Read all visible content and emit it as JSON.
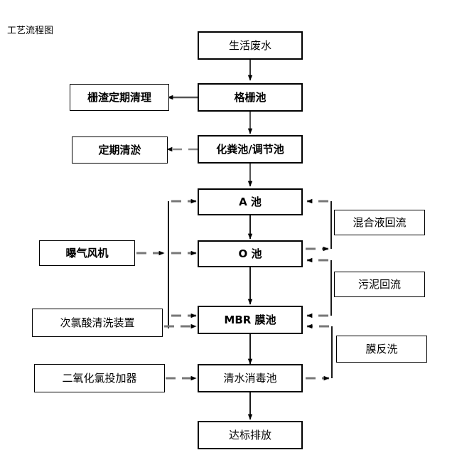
{
  "diagram": {
    "title": "工艺流程图",
    "title_color": "#000000",
    "line_color_solid": "#000000",
    "line_color_dashed": "#808080",
    "box_border_color": "#000000",
    "box_fill": "#ffffff",
    "main_flow": [
      {
        "id": "n1",
        "label": "生活废水"
      },
      {
        "id": "n2",
        "label": "格栅池"
      },
      {
        "id": "n3",
        "label": "化粪池/调节池"
      },
      {
        "id": "n4",
        "label": "A 池"
      },
      {
        "id": "n5",
        "label": "O 池"
      },
      {
        "id": "n6",
        "label": "MBR 膜池"
      },
      {
        "id": "n7",
        "label": "清水消毒池"
      },
      {
        "id": "n8",
        "label": "达标排放"
      }
    ],
    "left_nodes": [
      {
        "id": "l1",
        "label": "栅渣定期清理"
      },
      {
        "id": "l2",
        "label": "定期清淤"
      },
      {
        "id": "l3",
        "label": "曝气风机"
      },
      {
        "id": "l4",
        "label": "次氯酸清洗装置"
      },
      {
        "id": "l5",
        "label": "二氧化氯投加器"
      }
    ],
    "right_nodes": [
      {
        "id": "r1",
        "label": "混合液回流"
      },
      {
        "id": "r2",
        "label": "污泥回流"
      },
      {
        "id": "r3",
        "label": "膜反洗"
      }
    ],
    "edges": [
      {
        "from": "生活废水",
        "to": "格栅池",
        "style": "solid"
      },
      {
        "from": "格栅池",
        "to": "栅渣定期清理",
        "style": "solid"
      },
      {
        "from": "格栅池",
        "to": "化粪池/调节池",
        "style": "solid"
      },
      {
        "from": "化粪池/调节池",
        "to": "定期清淤",
        "style": "dashed"
      },
      {
        "from": "化粪池/调节池",
        "to": "A 池",
        "style": "solid"
      },
      {
        "from": "A 池",
        "to": "O 池",
        "style": "solid"
      },
      {
        "from": "O 池",
        "to": "MBR 膜池",
        "style": "solid"
      },
      {
        "from": "MBR 膜池",
        "to": "清水消毒池",
        "style": "solid"
      },
      {
        "from": "清水消毒池",
        "to": "达标排放",
        "style": "solid"
      },
      {
        "from": "曝气风机",
        "to": "O 池",
        "style": "dashed"
      },
      {
        "from": "曝气风机",
        "to": "A 池",
        "style": "dashed"
      },
      {
        "from": "曝气风机",
        "to": "MBR 膜池",
        "style": "dashed"
      },
      {
        "from": "次氯酸清洗装置",
        "to": "MBR 膜池",
        "style": "dashed"
      },
      {
        "from": "二氧化氯投加器",
        "to": "清水消毒池",
        "style": "dashed"
      },
      {
        "from": "O 池",
        "to": "A 池",
        "style": "dashed",
        "label": "混合液回流"
      },
      {
        "from": "MBR 膜池",
        "to": "O 池",
        "style": "dashed",
        "label": "污泥回流"
      },
      {
        "from": "清水消毒池",
        "to": "MBR 膜池",
        "style": "dashed",
        "label": "膜反洗"
      }
    ]
  }
}
